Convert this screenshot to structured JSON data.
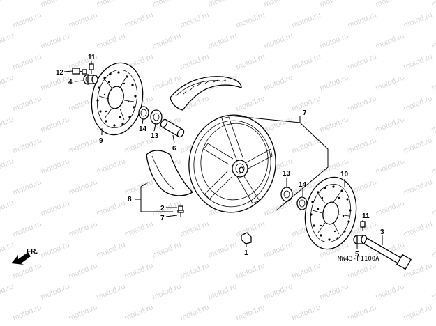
{
  "watermark_text": "motod.ru",
  "diagram_code": "MW43-F1100A",
  "direction_label": "FR.",
  "callouts": {
    "c1": "1",
    "c2": "2",
    "c3": "3",
    "c4": "4",
    "c5": "5",
    "c6": "6",
    "c7": "7",
    "c7b": "7",
    "c8": "8",
    "c9": "9",
    "c10": "10",
    "c11a": "11",
    "c11b": "11",
    "c12": "12",
    "c13a": "13",
    "c13b": "13",
    "c14a": "14",
    "c14b": "14"
  },
  "colors": {
    "line": "#000000",
    "background": "#ffffff",
    "watermark": "#d6d6d6"
  }
}
